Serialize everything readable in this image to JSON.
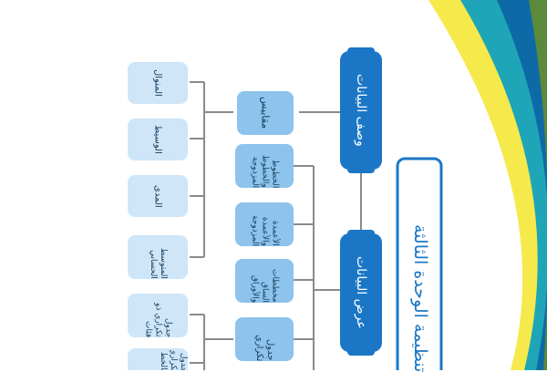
{
  "title": "تنظيمة الوحدة الثالثة",
  "level1": {
    "describe": "وصف البيانات",
    "present": "عرض البيانات"
  },
  "level2": {
    "measures": "مقاييس",
    "line_charts": "الخطوط والخطوط المزدوجة",
    "bar_charts": "الأعمدة والأعمدة المزدوجة",
    "stem_leaf": "مخططات الساق والأوراق",
    "freq_table": "جدول تكراري"
  },
  "level3": {
    "mode": "المنوال",
    "median": "الوسيط",
    "range": "المدى",
    "mean": "المتوسط الحسابي",
    "freq_intervals": "جدول تكراري ذو فئات",
    "freq_line": "جدول تكراري بالخط"
  },
  "colors": {
    "dark_blue": "#1b77c6",
    "light_blue": "#8dc3ec",
    "pale_blue": "#cfe6f8",
    "connector": "#8a8a8a",
    "yellow": "#f6e94c",
    "teal": "#1ea6b8",
    "navy": "#0e6aa6"
  }
}
